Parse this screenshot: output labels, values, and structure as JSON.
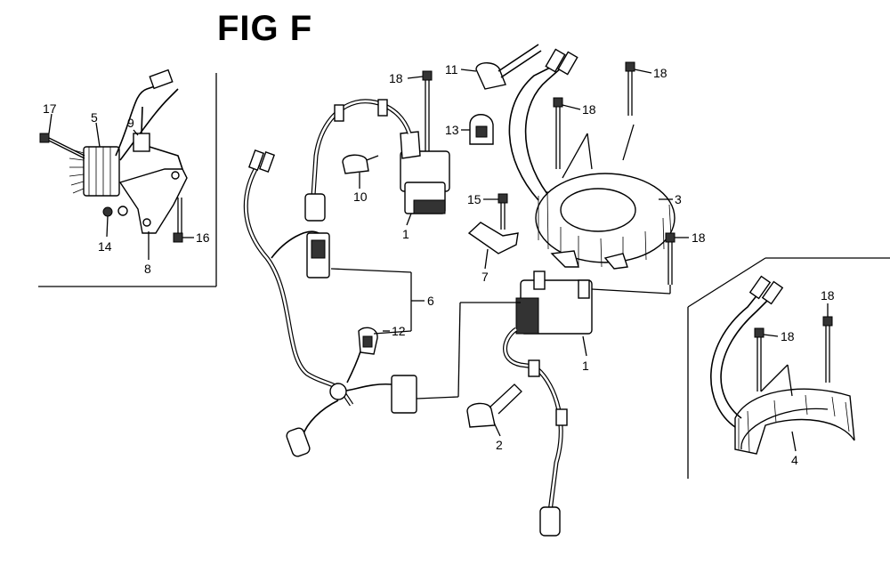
{
  "figure": {
    "title": "FIG F"
  },
  "callouts": {
    "c1a": "1",
    "c1b": "1",
    "c2": "2",
    "c3": "3",
    "c4": "4",
    "c5": "5",
    "c6": "6",
    "c7": "7",
    "c8": "8",
    "c9": "9",
    "c10": "10",
    "c11": "11",
    "c12": "12",
    "c13": "13",
    "c14": "14",
    "c15": "15",
    "c16": "16",
    "c17": "17",
    "c18a": "18",
    "c18b": "18",
    "c18c": "18",
    "c18d": "18",
    "c18e": "18",
    "c18f": "18"
  }
}
